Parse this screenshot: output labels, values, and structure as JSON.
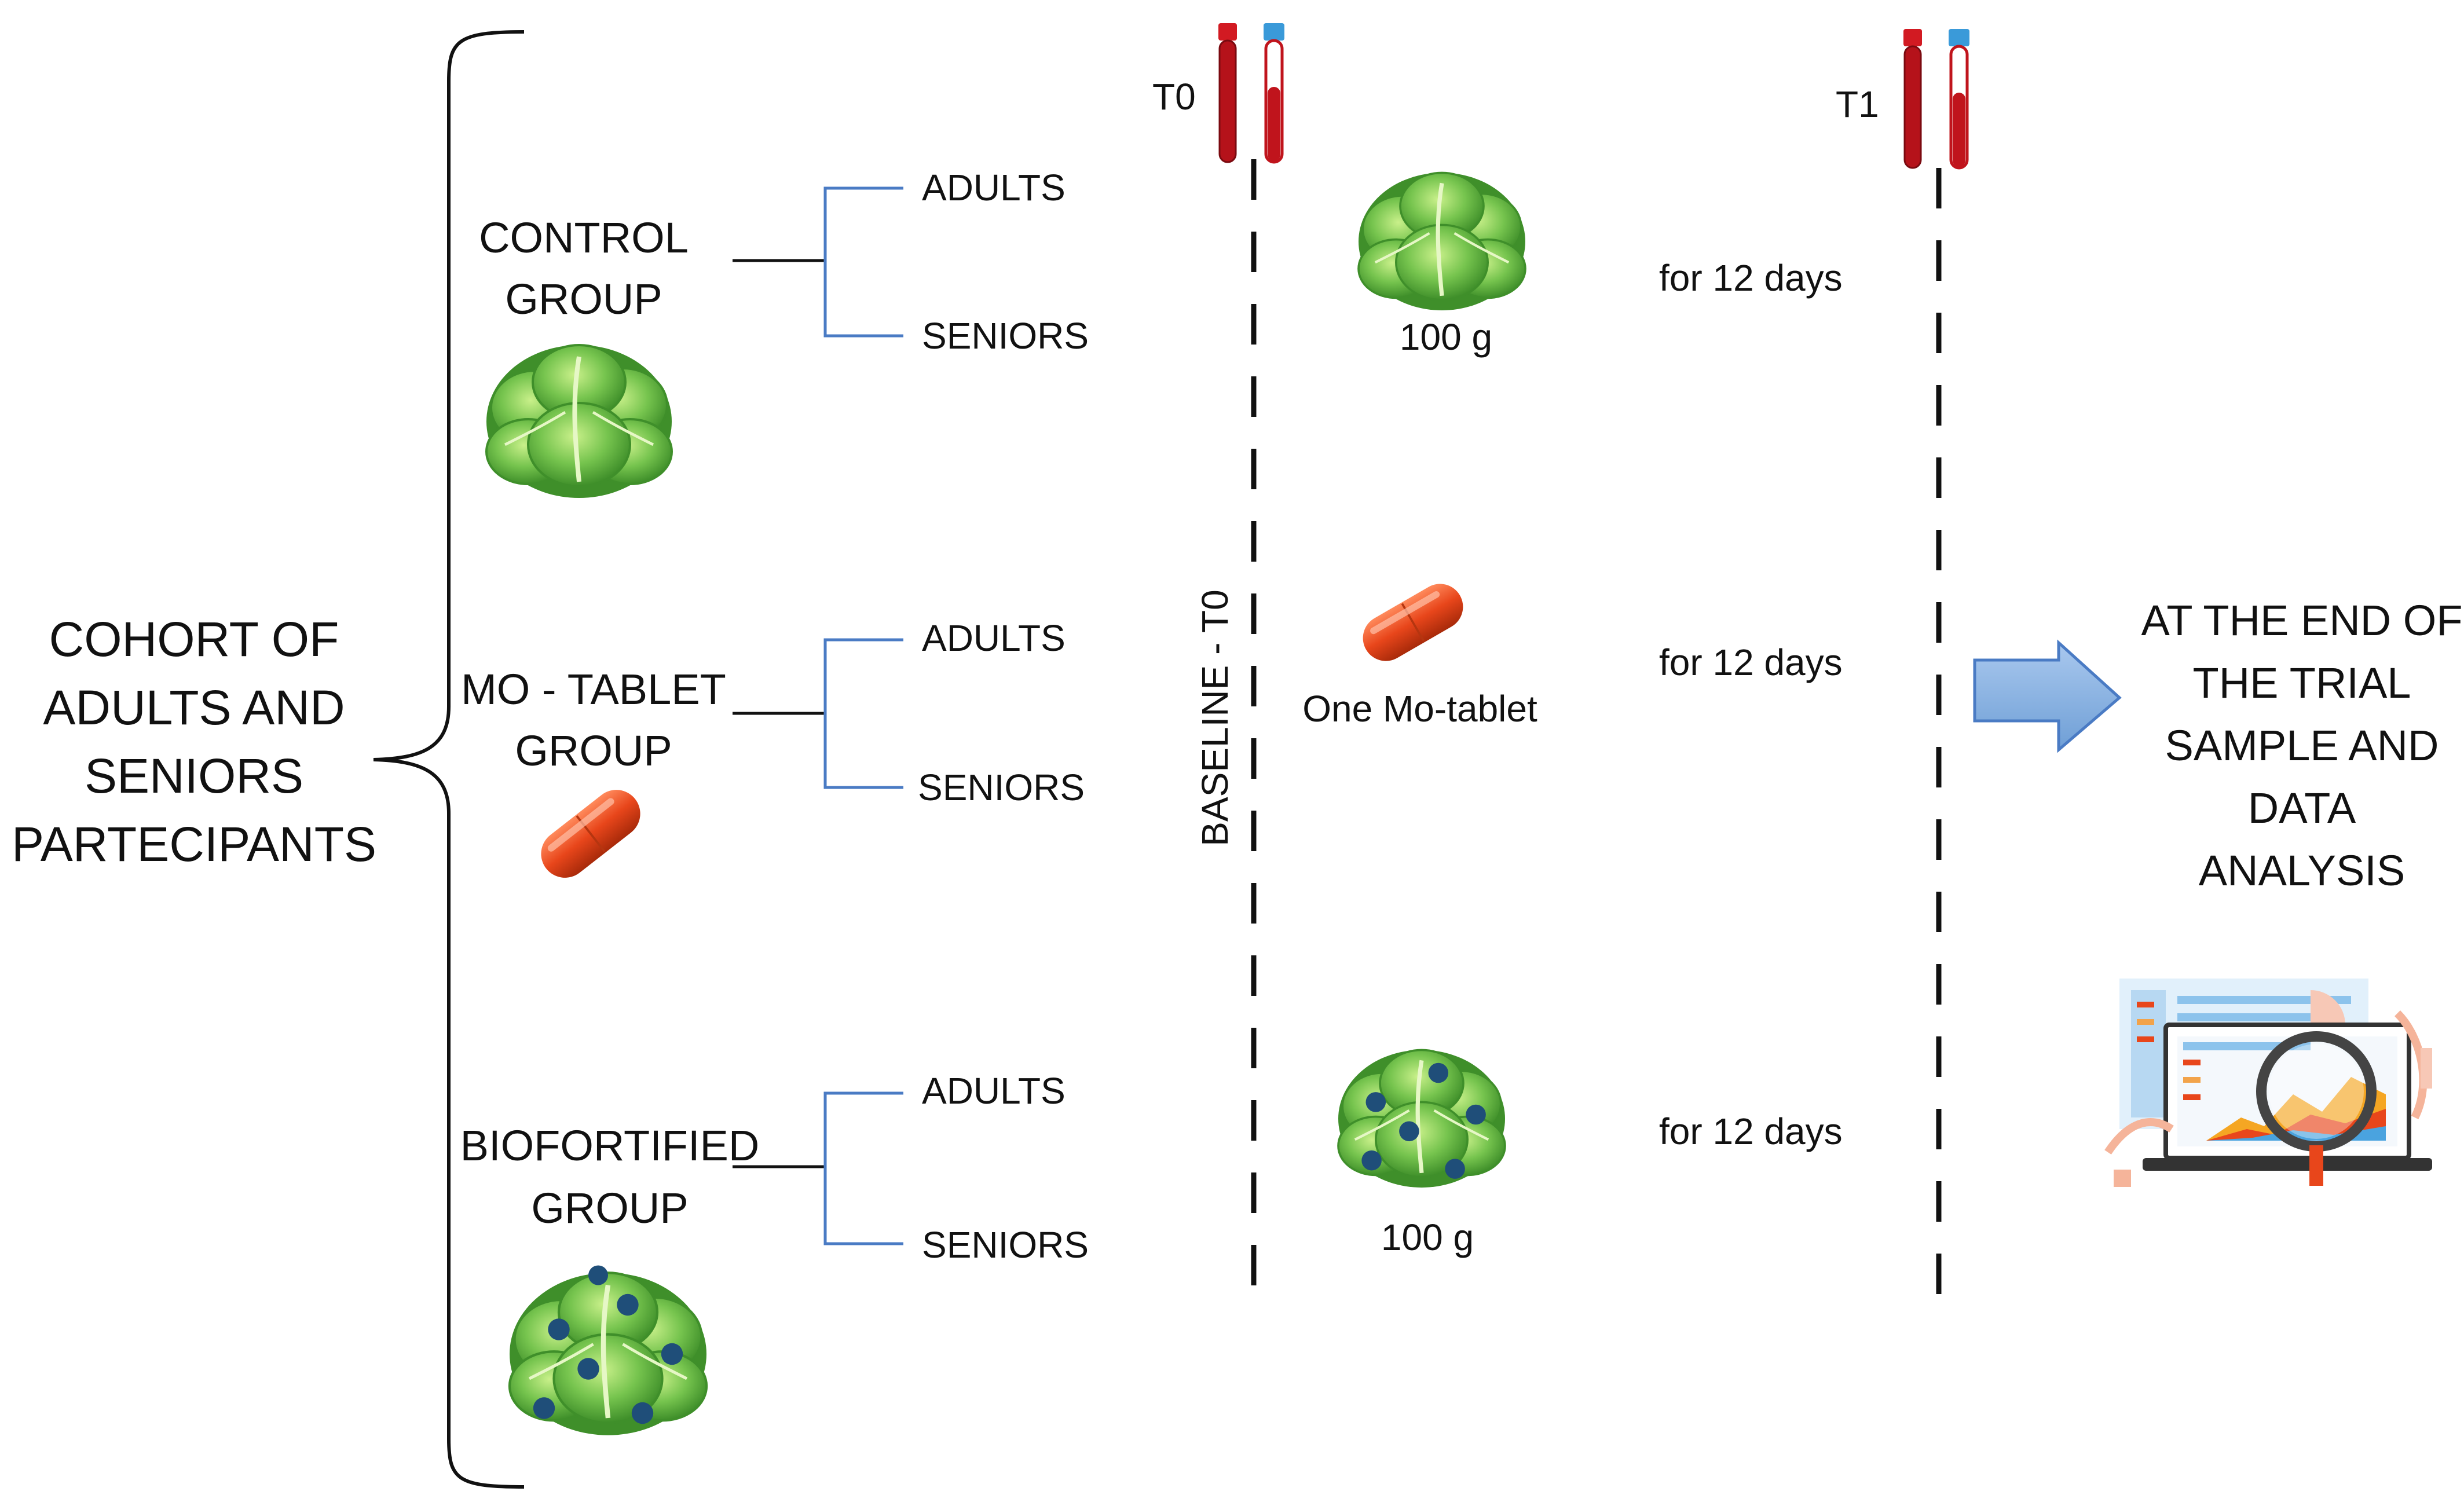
{
  "cohort": {
    "lines": [
      "COHORT OF",
      "ADULTS AND",
      "SENIORS",
      "PARTECIPANTS"
    ]
  },
  "groups": [
    {
      "title_lines": [
        "CONTROL",
        "GROUP"
      ],
      "branches": [
        "ADULTS",
        "SENIORS"
      ]
    },
    {
      "title_lines": [
        "MO - TABLET",
        "GROUP"
      ],
      "branches": [
        "ADULTS",
        "SENIORS"
      ]
    },
    {
      "title_lines": [
        "BIOFORTIFIED",
        "GROUP"
      ],
      "branches": [
        "ADULTS",
        "SENIORS"
      ]
    }
  ],
  "timeline": {
    "t0_label": "T0",
    "t1_label": "T1",
    "baseline_label": "BASELINE - T0"
  },
  "treatments": [
    {
      "item": "lettuce-icon",
      "dose": "100 g",
      "duration": "for 12 days"
    },
    {
      "item": "capsule-icon",
      "dose": "One Mo-tablet",
      "duration": "for 12 days"
    },
    {
      "item": "biofortified-lettuce-icon",
      "dose": "100 g",
      "duration": "for 12 days"
    }
  ],
  "outcome": {
    "lines": [
      "AT THE END OF",
      "THE TRIAL",
      "SAMPLE AND",
      "DATA",
      "ANALYSIS"
    ]
  },
  "colors": {
    "branch_line": "#4a7bc4",
    "arrow_fill": "#8db3e2",
    "arrow_stroke": "#4a7bc4",
    "capsule": "#e8461b",
    "lettuce": "#6cc24a",
    "lettuce_dark": "#3f8f2a",
    "dot": "#1f4e79",
    "tube_red": "#c0141c",
    "tube_cap_blue": "#3a9ad9"
  }
}
